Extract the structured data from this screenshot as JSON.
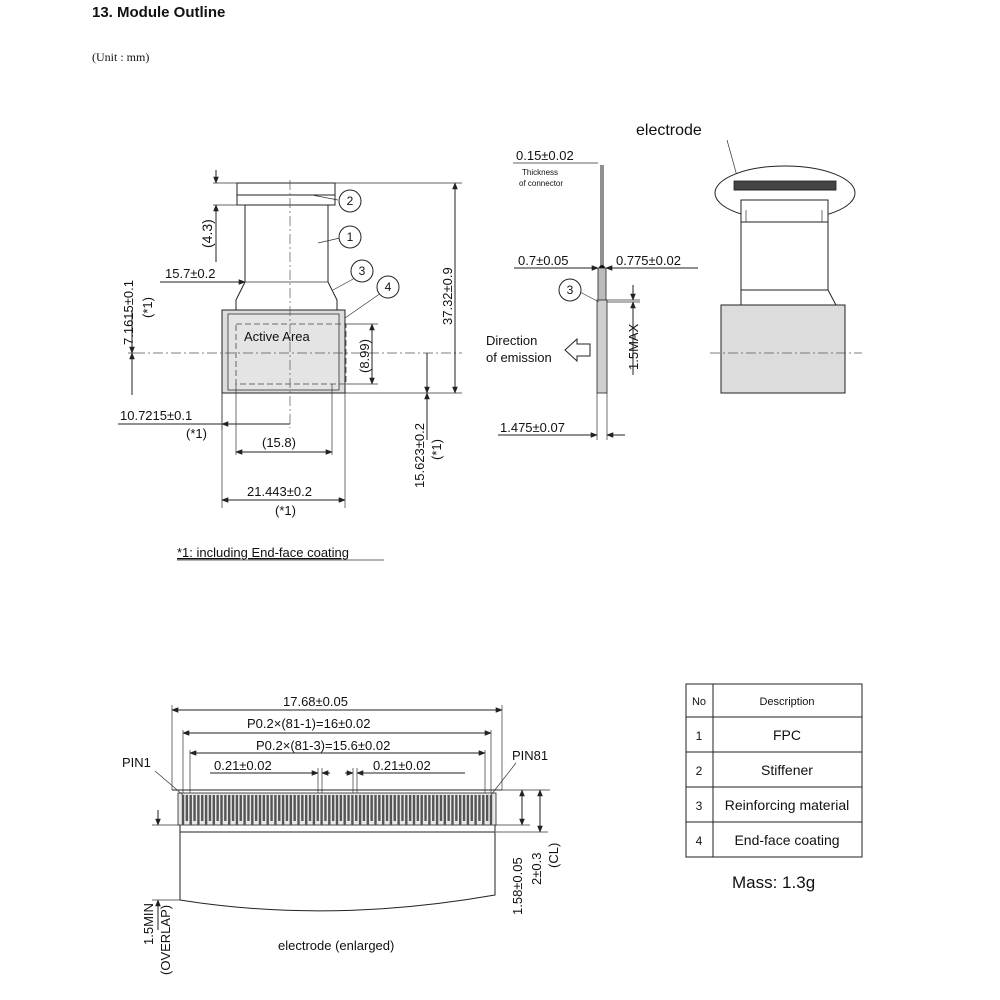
{
  "header": {
    "title": "13. Module Outline",
    "unit": "(Unit : mm)"
  },
  "front_view": {
    "active_area": "Active Area",
    "dim_43": "(4.3)",
    "dim_157": "15.7±0.2",
    "dim_71615": "7.1615±0.1",
    "dim_71615_note": "(*1)",
    "dim_3732": "37.32±0.9",
    "dim_899": "(8.99)",
    "dim_107215": "10.7215±0.1",
    "dim_107215_note": "(*1)",
    "dim_158": "(15.8)",
    "dim_15623": "15.623±0.2",
    "dim_15623_note": "(*1)",
    "dim_21443": "21.443±0.2",
    "dim_21443_note": "(*1)",
    "callouts": [
      "1",
      "2",
      "3",
      "4"
    ],
    "footnote": "*1: including End-face coating"
  },
  "side_view": {
    "dim_015": "0.15±0.02",
    "thickness_note": [
      "Thickness",
      "of connector"
    ],
    "dim_07": "0.7±0.05",
    "dim_0775": "0.775±0.02",
    "callout_3": "3",
    "dim_15max": "1.5MAX",
    "direction": [
      "Direction",
      "of emission"
    ],
    "dim_1475": "1.475±0.07"
  },
  "perspective": {
    "electrode_label": "electrode"
  },
  "electrode_view": {
    "dim_1768": "17.68±0.05",
    "dim_p81_1": "P0.2×(81-1)=16±0.02",
    "dim_p81_3": "P0.2×(81-3)=15.6±0.02",
    "dim_021_left": "0.21±0.02",
    "dim_021_right": "0.21±0.02",
    "pin1": "PIN1",
    "pin81": "PIN81",
    "dim_15min": "1.5MIN",
    "overlap": "(OVERLAP)",
    "dim_158": "1.58±0.05",
    "dim_2": "2±0.3",
    "dim_cl": "(CL)",
    "caption": "electrode (enlarged)"
  },
  "parts_table": {
    "headers": [
      "No",
      "Description"
    ],
    "rows": [
      {
        "no": "1",
        "desc": "FPC"
      },
      {
        "no": "2",
        "desc": "Stiffener"
      },
      {
        "no": "3",
        "desc": "Reinforcing material"
      },
      {
        "no": "4",
        "desc": "End-face coating"
      }
    ]
  },
  "mass": "Mass: 1.3g"
}
